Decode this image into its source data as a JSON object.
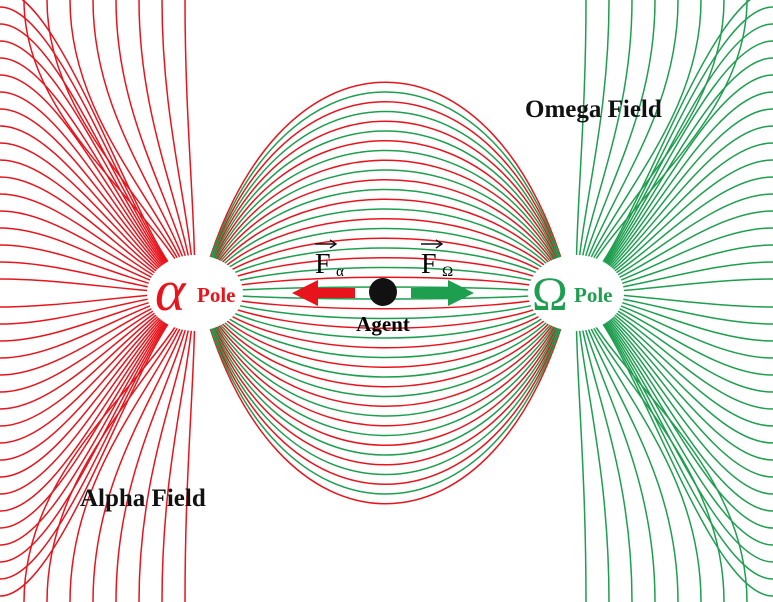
{
  "alpha": {
    "symbol": "α",
    "pole_label": "Pole",
    "field_label": "Alpha Field",
    "force_symbol": "F",
    "force_subscript": "α",
    "color": "#e8141c"
  },
  "omega": {
    "symbol": "Ω",
    "pole_label": "Pole",
    "field_label": "Omega Field",
    "force_symbol": "F",
    "force_subscript": "Ω",
    "color": "#1e9e4f"
  },
  "agent": {
    "label": "Agent",
    "color": "#111111"
  },
  "background": "#ffffff"
}
